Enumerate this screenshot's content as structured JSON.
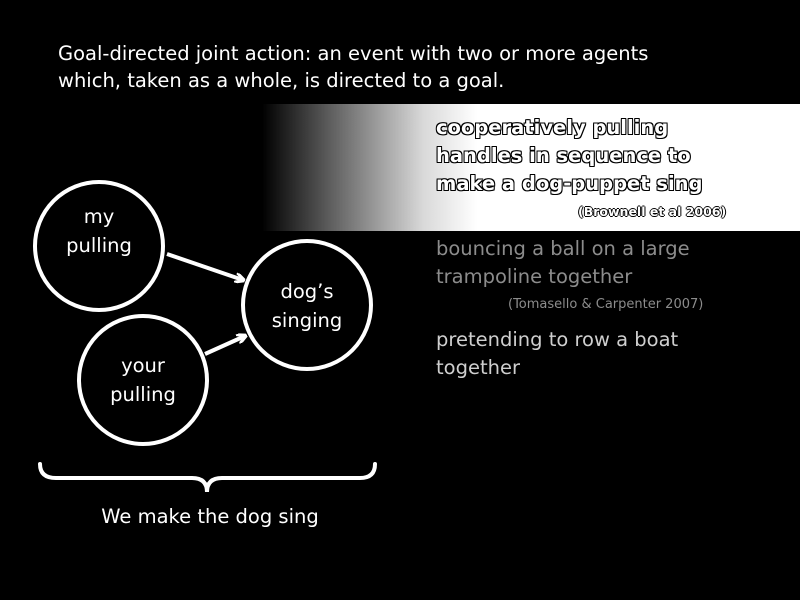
{
  "title": {
    "line1": "Goal-directed joint action: an event with two or more agents",
    "line2": "which, taken as a whole, is directed to a goal."
  },
  "diagram": {
    "node_my": {
      "line1": "my",
      "line2": "pulling"
    },
    "node_your": {
      "line1": "your",
      "line2": "pulling"
    },
    "node_dog": {
      "line1": "dog’s",
      "line2": "singing"
    },
    "caption": "We make the dog sing"
  },
  "examples": {
    "ex1": {
      "line1": "cooperatively pulling",
      "line2": "handles in sequence to",
      "line3": "make a dog-puppet sing",
      "citation": "(Brownell et al 2006)"
    },
    "ex2": {
      "line1": "bouncing a ball on a large",
      "line2": "trampoline together",
      "citation": "(Tomasello & Carpenter 2007)"
    },
    "ex3": {
      "line1": "pretending to row a boat",
      "line2": "together"
    }
  },
  "colors": {
    "background": "#000000",
    "text": "#ffffff",
    "dimmed_text": "#8c8c8c",
    "highlight": "#ffffff"
  }
}
